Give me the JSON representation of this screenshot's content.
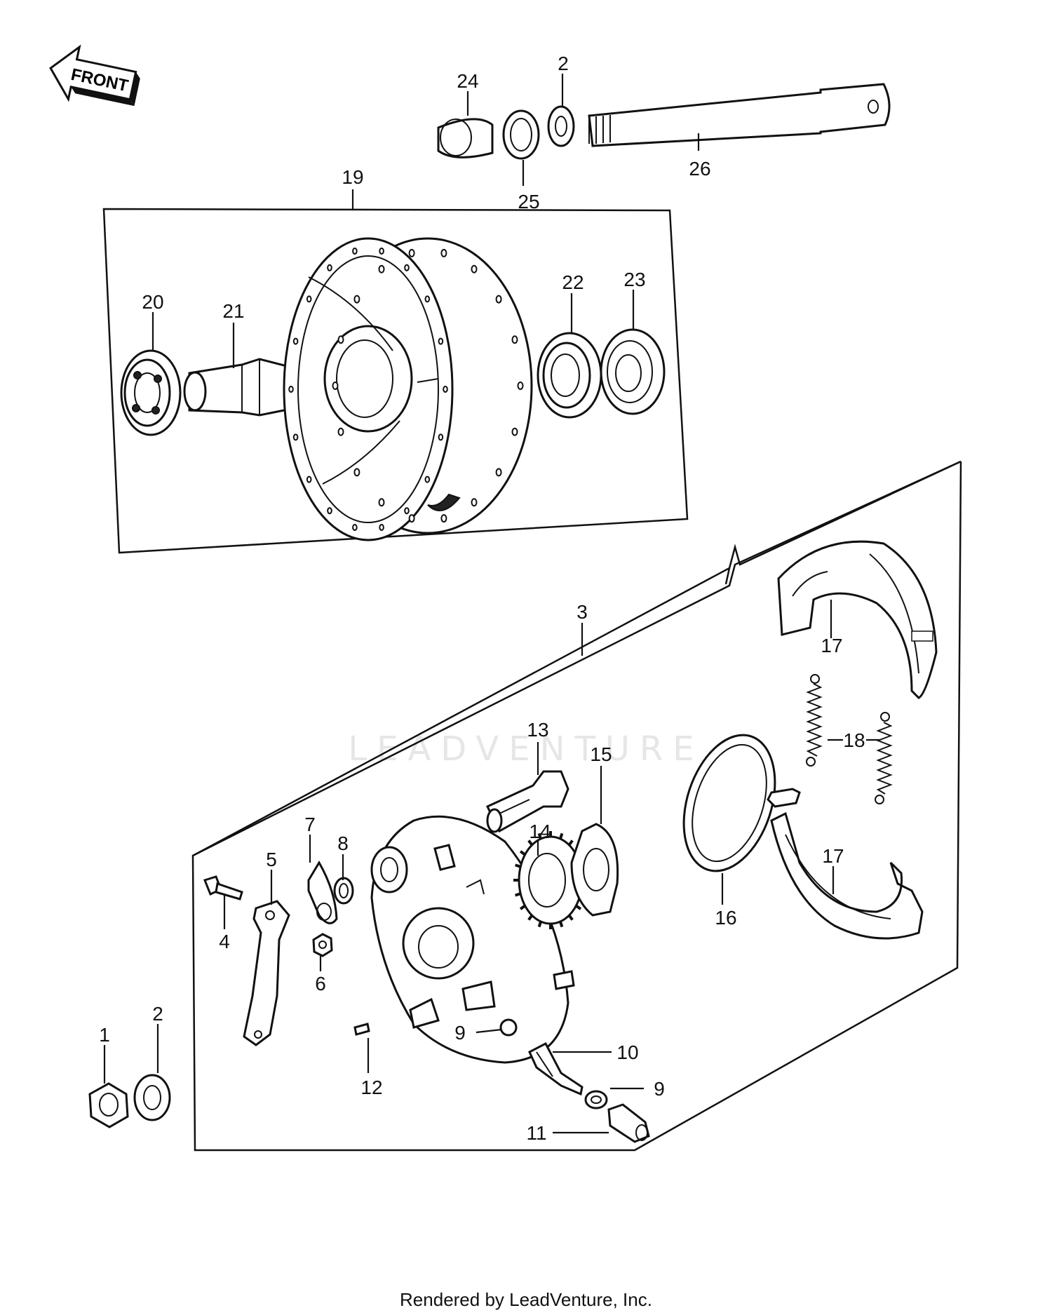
{
  "diagram": {
    "front_label": "FRONT",
    "callouts": {
      "c1": "1",
      "c2a": "2",
      "c2b": "2",
      "c3": "3",
      "c4": "4",
      "c5": "5",
      "c6": "6",
      "c7": "7",
      "c8": "8",
      "c9a": "9",
      "c9b": "9",
      "c10": "10",
      "c11": "11",
      "c12": "12",
      "c13": "13",
      "c14": "14",
      "c15": "15",
      "c16": "16",
      "c17a": "17",
      "c17b": "17",
      "c18": "18",
      "c19": "19",
      "c20": "20",
      "c21": "21",
      "c22": "22",
      "c23": "23",
      "c24": "24",
      "c25": "25",
      "c26": "26"
    }
  },
  "watermark": {
    "text": "LEADVENTURE"
  },
  "footer": {
    "text": "Rendered by LeadVenture, Inc."
  }
}
